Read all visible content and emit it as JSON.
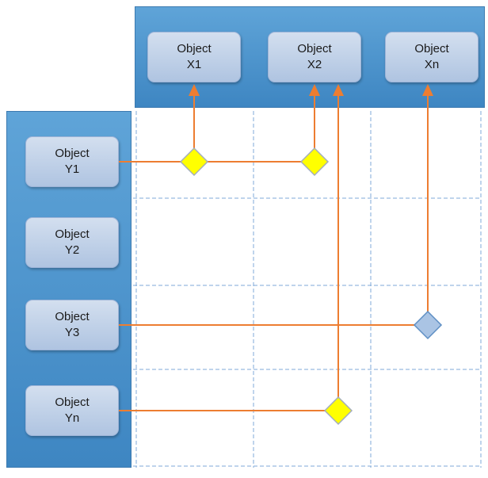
{
  "diagram": {
    "x_objects": [
      {
        "id": "x1",
        "label": "Object X1"
      },
      {
        "id": "x2",
        "label": "Object X2"
      },
      {
        "id": "xn",
        "label": "Object Xn"
      }
    ],
    "y_objects": [
      {
        "id": "y1",
        "label": "Object Y1"
      },
      {
        "id": "y2",
        "label": "Object Y2"
      },
      {
        "id": "y3",
        "label": "Object Y3"
      },
      {
        "id": "yn",
        "label": "Object Yn"
      }
    ],
    "connections": [
      {
        "from": "Object Y1",
        "to": "Object X1",
        "marker": "yellow-diamond"
      },
      {
        "from": "Object Y1",
        "to": "Object X2",
        "marker": "yellow-diamond"
      },
      {
        "from": "Object Y3",
        "to": "Object Xn",
        "marker": "blue-diamond"
      },
      {
        "from": "Object Yn",
        "to": "Object X2",
        "marker": "yellow-diamond"
      }
    ]
  },
  "colors": {
    "background": "#ffffff",
    "bar_fill_top": "#5fa4d8",
    "bar_fill_bottom": "#3e86c2",
    "bar_border": "#3c7ab0",
    "box_fill_top": "#d3dfef",
    "box_fill_bottom": "#afc4e1",
    "box_border": "#9db4d8",
    "connector": "#ed7d31",
    "grid_dash": "#7fa8d9",
    "yellow_diamond_fill": "#ffff00",
    "yellow_diamond_border": "#a3adbd",
    "blue_diamond_fill": "#aac4e4",
    "blue_diamond_border": "#5e8fc4",
    "text": "#1a1a1a"
  }
}
